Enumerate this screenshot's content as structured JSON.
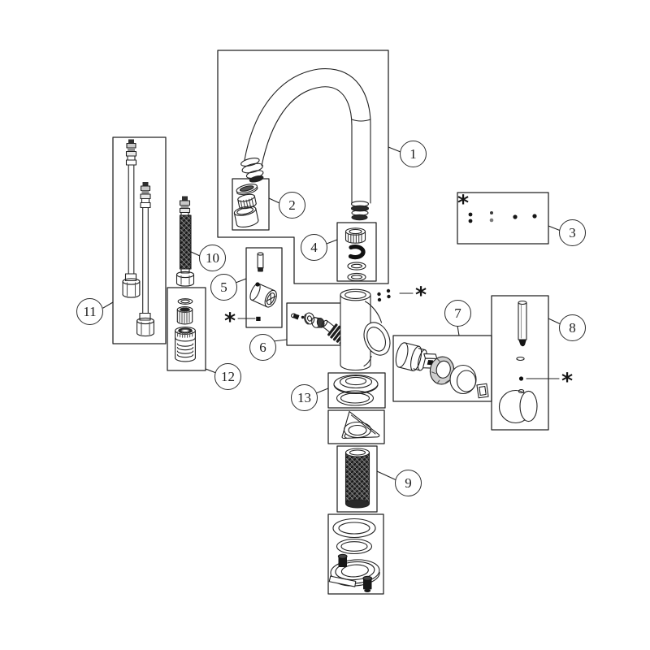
{
  "colors": {
    "background": "#ffffff",
    "line": "#222222",
    "dark_fill": "#161616"
  },
  "diagram": {
    "footnote_marker": "*",
    "callouts": [
      {
        "number": "1"
      },
      {
        "number": "2"
      },
      {
        "number": "3"
      },
      {
        "number": "4"
      },
      {
        "number": "5"
      },
      {
        "number": "6"
      },
      {
        "number": "7"
      },
      {
        "number": "8"
      },
      {
        "number": "9"
      },
      {
        "number": "10"
      },
      {
        "number": "11"
      },
      {
        "number": "12"
      },
      {
        "number": "13"
      }
    ]
  }
}
